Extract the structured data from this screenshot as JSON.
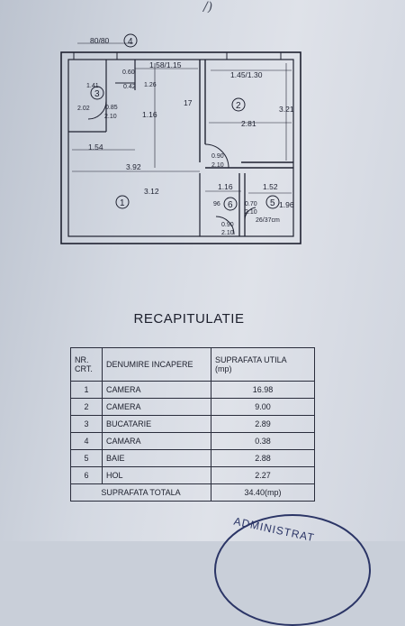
{
  "top_mark": "/)",
  "plan": {
    "dims": {
      "top_width": "80/80",
      "hall_door": "1.58/1.15",
      "room2_window": "1.45/1.30",
      "pantry_w": "1.41",
      "pantry_h": "0.42",
      "pantry_door_w": "0.60",
      "hall_h": "1.26",
      "kitchen_h": "2.02",
      "kitchen_door": "0.85",
      "kitchen_door_h": "2.10",
      "hall_mid": "1.16",
      "wall17": "17",
      "room2_h": "3.21",
      "room2_w": "2.81",
      "room1_left": "1.54",
      "room1_w": "3.92",
      "room1_h": "3.12",
      "room2_door": "0.90",
      "room2_door_h": "2.10",
      "hol_w": "1.16",
      "bath_w": "1.52",
      "bath_h": "1.96",
      "hol_h": "96",
      "bath_door": "0.70",
      "bath_door_h": "2.10",
      "bath_window": "26/37cm",
      "entry_door": "0.90",
      "entry_door_h": "2.10"
    },
    "rooms": [
      "1",
      "2",
      "3",
      "4",
      "5",
      "6"
    ]
  },
  "recap": {
    "title": "RECAPITULATIE",
    "headers": {
      "nr": "NR.",
      "crt": "CRT.",
      "name": "DENUMIRE INCAPERE",
      "area": "SUPRAFATA UTILA",
      "unit": "(mp)"
    },
    "rows": [
      {
        "nr": "1",
        "name": "CAMERA",
        "area": "16.98"
      },
      {
        "nr": "2",
        "name": "CAMERA",
        "area": "9.00"
      },
      {
        "nr": "3",
        "name": "BUCATARIE",
        "area": "2.89"
      },
      {
        "nr": "4",
        "name": "CAMARA",
        "area": "0.38"
      },
      {
        "nr": "5",
        "name": "BAIE",
        "area": "2.88"
      },
      {
        "nr": "6",
        "name": "HOL",
        "area": "2.27"
      }
    ],
    "total_label": "SUPRAFATA TOTALA",
    "total_value": "34.40(mp)"
  },
  "stamp": "ADMINISTRAT"
}
